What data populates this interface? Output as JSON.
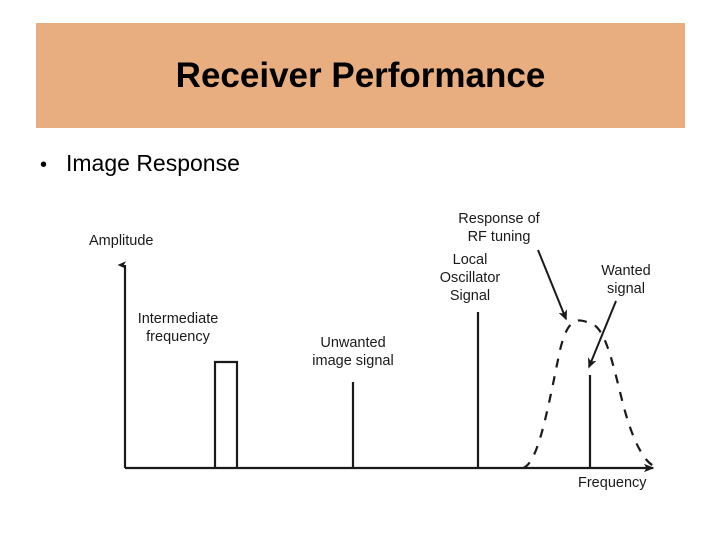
{
  "slide": {
    "title": "Receiver Performance",
    "title_band_color": "#e8ae80",
    "background_color": "#ffffff",
    "text_color": "#000000"
  },
  "bullets": [
    {
      "glyph": "•",
      "label": "Image Response"
    }
  ],
  "figure": {
    "axes": {
      "y_axis_label": "Amplitude",
      "x_axis_label": "Frequency"
    },
    "labels": {
      "intermediate_frequency": [
        "Intermediate",
        "frequency"
      ],
      "unwanted_image_signal": [
        "Unwanted",
        "image signal"
      ],
      "local_oscillator_signal": [
        "Local",
        "Oscillator",
        "Signal"
      ],
      "response_of_rf_tuning": [
        "Response of",
        "RF tuning"
      ],
      "wanted_signal": [
        "Wanted",
        "signal"
      ]
    },
    "stroke_color": "#1a1a1a"
  },
  "chart_data": {
    "type": "bar",
    "title": "Image Response spectrum",
    "xlabel": "Frequency",
    "ylabel": "Amplitude",
    "grid": false,
    "legend": "none",
    "categories": [
      "Intermediate frequency",
      "Unwanted image signal",
      "Local Oscillator Signal",
      "Wanted signal"
    ],
    "values": [
      0.5,
      0.42,
      0.74,
      0.44
    ],
    "x": [
      0.17,
      0.43,
      0.66,
      0.88
    ],
    "ylim": [
      0,
      1
    ],
    "xlim": [
      0,
      1
    ],
    "marks": [
      {
        "name": "Intermediate frequency",
        "style": "open-rectangle",
        "x": 0.17,
        "height": 0.5,
        "width": 0.04
      },
      {
        "name": "Unwanted image signal",
        "style": "thin-line",
        "x": 0.43,
        "height": 0.42
      },
      {
        "name": "Local Oscillator Signal",
        "style": "thin-line",
        "x": 0.66,
        "height": 0.74
      },
      {
        "name": "Wanted signal",
        "style": "thin-line",
        "x": 0.88,
        "height": 0.44
      }
    ],
    "series": [
      {
        "name": "Response of RF tuning",
        "type": "line",
        "linestyle": "dashed",
        "x": [
          0.755,
          0.78,
          0.81,
          0.845,
          0.88,
          0.915,
          0.95,
          0.98,
          1.0
        ],
        "values": [
          0.0,
          0.28,
          0.55,
          0.68,
          0.7,
          0.63,
          0.42,
          0.16,
          0.0
        ]
      }
    ],
    "annotations": [
      {
        "text": "Response of RF tuning",
        "points_to": "Response of RF tuning curve",
        "arrow": true
      },
      {
        "text": "Wanted signal",
        "points_to": "Wanted signal line",
        "arrow": true
      }
    ]
  }
}
